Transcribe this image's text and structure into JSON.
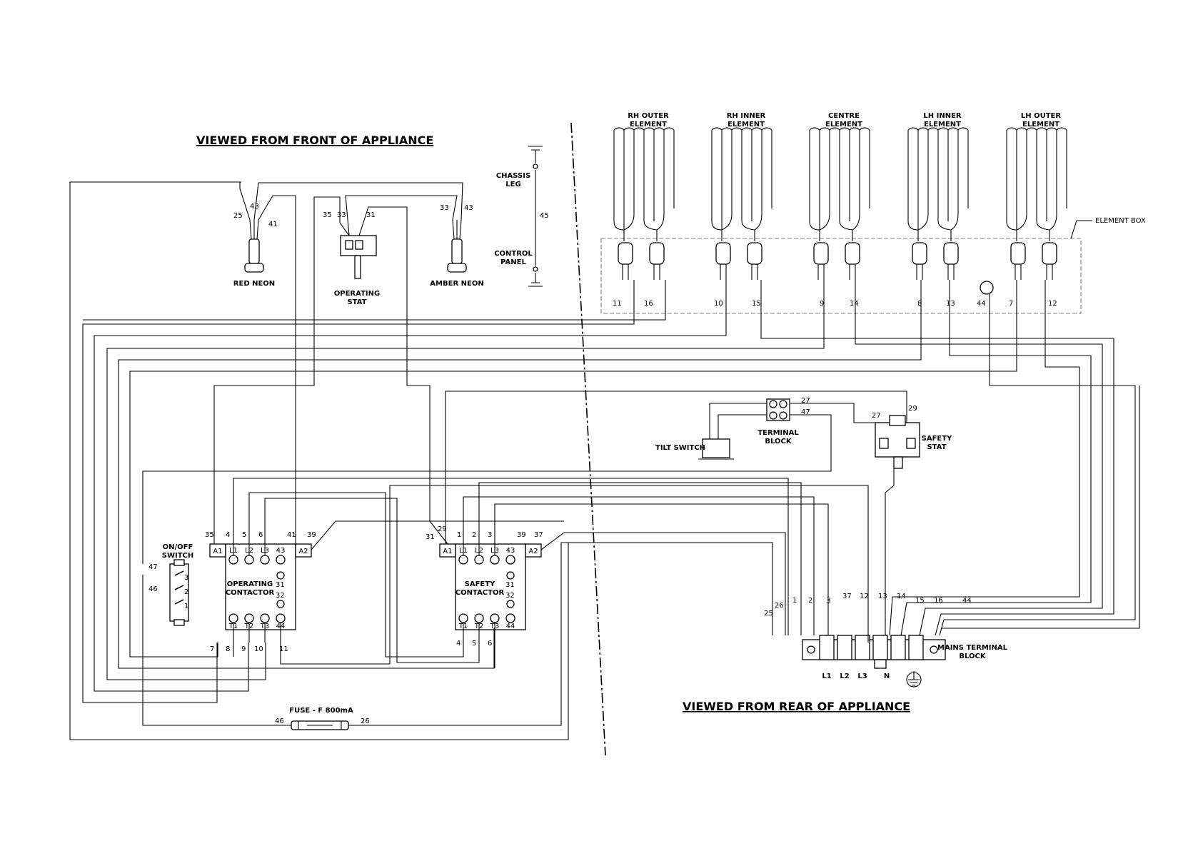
{
  "headings": {
    "front": "VIEWED FROM FRONT OF APPLIANCE",
    "rear": "VIEWED FROM REAR OF APPLIANCE"
  },
  "elements": [
    {
      "line1": "RH OUTER",
      "line2": "ELEMENT",
      "left": "11",
      "right": "16"
    },
    {
      "line1": "RH INNER",
      "line2": "ELEMENT",
      "left": "10",
      "right": "15"
    },
    {
      "line1": "CENTRE",
      "line2": "ELEMENT",
      "left": "9",
      "right": "14"
    },
    {
      "line1": "LH INNER",
      "line2": "ELEMENT",
      "left": "8",
      "right": "13"
    },
    {
      "line1": "LH OUTER",
      "line2": "ELEMENT",
      "left": "7",
      "right": "12"
    }
  ],
  "element_box": {
    "label": "ELEMENT BOX",
    "earth_wire": "44"
  },
  "chassis": {
    "top": "CHASSIS",
    "top2": "LEG",
    "bottom": "CONTROL",
    "bottom2": "PANEL",
    "wire": "45"
  },
  "red_neon": {
    "label": "RED NEON",
    "wires": [
      "25",
      "43",
      "41"
    ]
  },
  "amber_neon": {
    "label": "AMBER NEON",
    "wires": [
      "33",
      "43"
    ]
  },
  "operating_stat": {
    "line1": "OPERATING",
    "line2": "STAT",
    "wires": [
      "35",
      "33",
      "31"
    ]
  },
  "onoff_switch": {
    "line1": "ON/OFF",
    "line2": "SWITCH",
    "wires": [
      "47",
      "46"
    ],
    "pins": [
      "3",
      "2",
      "1"
    ]
  },
  "operating_contactor": {
    "line1": "OPERATING",
    "line2": "CONTACTOR",
    "top_terminals": [
      "A1",
      "L1",
      "L2",
      "L3",
      "43",
      "A2"
    ],
    "top_wires": [
      "35",
      "4",
      "5",
      "6",
      "41",
      "39"
    ],
    "aux": [
      "31",
      "32"
    ],
    "bottom_terminals": [
      "T1",
      "T2",
      "T3",
      "44"
    ],
    "bottom_wires": [
      "7",
      "8",
      "9",
      "10",
      "11"
    ]
  },
  "safety_contactor": {
    "line1": "SAFETY",
    "line2": "CONTACTOR",
    "top_terminals": [
      "A1",
      "L1",
      "L2",
      "L3",
      "43",
      "A2"
    ],
    "top_wires": [
      "31",
      "29",
      "1",
      "2",
      "3",
      "39",
      "37"
    ],
    "aux": [
      "31",
      "32"
    ],
    "bottom_terminals": [
      "T1",
      "T2",
      "T3",
      "44"
    ],
    "bottom_wires": [
      "4",
      "5",
      "6"
    ]
  },
  "terminal_block": {
    "line1": "TERMINAL",
    "line2": "BLOCK",
    "wires": [
      "27",
      "47"
    ]
  },
  "tilt_switch": {
    "label": "TILT SWITCH"
  },
  "safety_stat": {
    "line1": "SAFETY",
    "line2": "STAT",
    "wires": [
      "27",
      "29"
    ]
  },
  "fuse": {
    "label": "FUSE - F 800mA",
    "left": "46",
    "right": "26"
  },
  "mains": {
    "line1": "MAINS TERMINAL",
    "line2": "BLOCK",
    "wires": [
      "25",
      "26",
      "1",
      "2",
      "3",
      "37",
      "12",
      "13",
      "14",
      "15",
      "16",
      "44"
    ],
    "terminals": [
      "L1",
      "L2",
      "L3",
      "N"
    ]
  }
}
